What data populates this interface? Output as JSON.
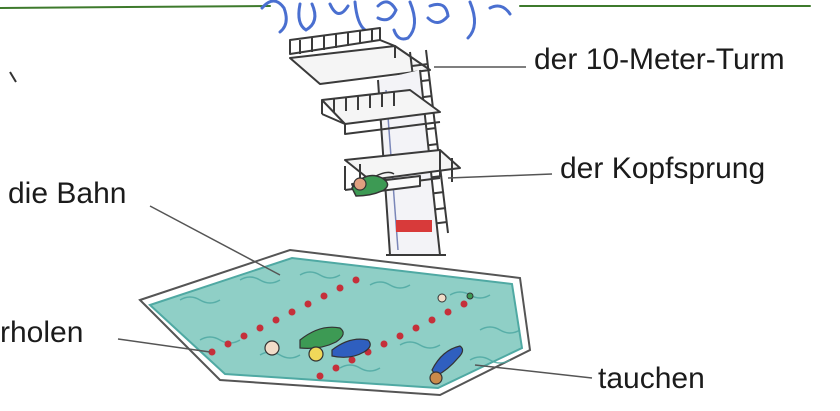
{
  "labels": {
    "tower": "der 10-Meter-Turm",
    "dive": "der Kopfsprung",
    "lane": "die Bahn",
    "overtake": "rholen",
    "dive_under": "tauchen"
  },
  "colors": {
    "water": "#8fcfc6",
    "water_dark": "#4fa9a3",
    "lane_buoy": "#c5303a",
    "tower_red": "#d83a3a",
    "ink": "#3a3a3a",
    "title_script": "#4a6fd0"
  }
}
